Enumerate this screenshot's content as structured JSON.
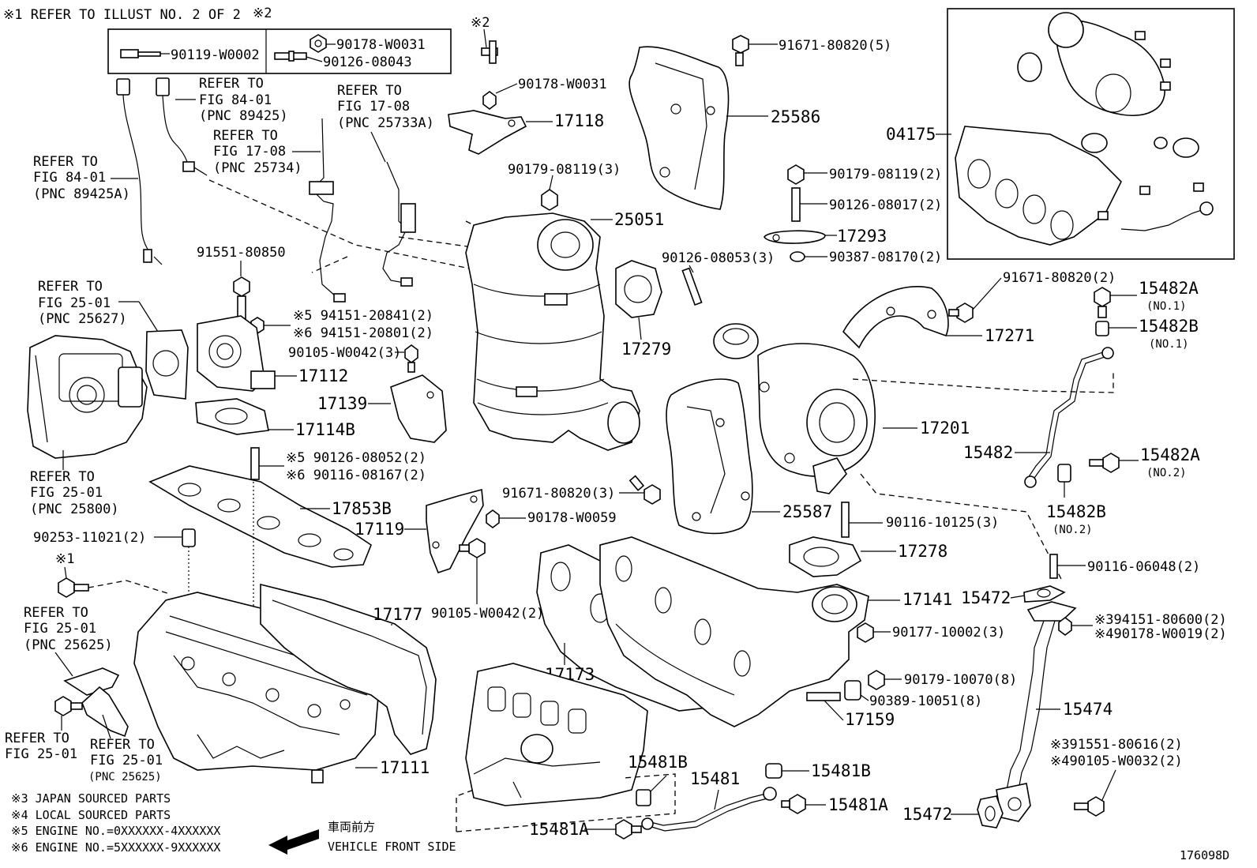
{
  "notes": {
    "header_1": "※1  REFER TO ILLUST NO. 2 OF 2",
    "header_2": "※2",
    "legend_3": "※3  JAPAN SOURCED PARTS",
    "legend_4": "※4  LOCAL SOURCED PARTS",
    "legend_5": "※5 ENGINE NO.=0XXXXXX-4XXXXXX",
    "legend_6": "※6 ENGINE NO.=5XXXXXX-9XXXXXX",
    "direction_jp": "車両前方",
    "direction_en": "VEHICLE FRONT SIDE",
    "illustration_id": "176098D"
  },
  "bolt_box": {
    "p1": "90119-W0002",
    "p2": "90178-W0031",
    "p3": "90126-08043"
  },
  "refer": {
    "r1": [
      "REFER TO",
      "FIG 84-01",
      "(PNC 89425A)"
    ],
    "r2": [
      "REFER TO",
      "FIG 84-01",
      "(PNC 89425)"
    ],
    "r3": [
      "REFER TO",
      "FIG 17-08",
      "(PNC 25734)"
    ],
    "r4": [
      "REFER TO",
      "FIG 17-08",
      "(PNC 25733A)"
    ],
    "r5": [
      "REFER TO",
      "FIG 25-01",
      "(PNC 25627)"
    ],
    "r6": [
      "REFER TO",
      "FIG 25-01",
      "(PNC 25800)"
    ],
    "r7": [
      "REFER TO",
      "FIG 25-01",
      "(PNC 25625)"
    ],
    "r8": [
      "REFER TO",
      "FIG 25-01"
    ],
    "r9": [
      "REFER TO",
      "FIG 25-01",
      "(PNC 25625)"
    ]
  },
  "parts": {
    "p90178_W0031b": "90178-W0031",
    "p17118": "17118",
    "p91671_5": "91671-80820(5)",
    "p25586": "25586",
    "p04175": "04175",
    "p90179_3": "90179-08119(3)",
    "p25051": "25051",
    "p90179_2": "90179-08119(2)",
    "p90126_17": "90126-08017(2)",
    "p17293": "17293",
    "p90387": "90387-08170(2)",
    "p91551_850": "91551-80850",
    "p90126_53": "90126-08053(3)",
    "p91671_2": "91671-80820(2)",
    "p15482A_1": "15482A",
    "p15482A_1n": "(NO.1)",
    "p15482B_1": "15482B",
    "p15482B_1n": "(NO.1)",
    "p94151_841": "※5 94151-20841(2)",
    "p94151_801": "※6 94151-20801(2)",
    "p90105_3": "90105-W0042(3)",
    "p17279": "17279",
    "p17271": "17271",
    "p17112": "17112",
    "p17139": "17139",
    "p17114B": "17114B",
    "p17201": "17201",
    "p15482": "15482",
    "p15482A_2": "15482A",
    "p15482A_2n": "(NO.2)",
    "p15482B_2": "15482B",
    "p15482B_2n": "(NO.2)",
    "p90126_52": "※5 90126-08052(2)",
    "p90116_167": "※6 90116-08167(2)",
    "p91671_3": "91671-80820(3)",
    "p17853B": "17853B",
    "p25587": "25587",
    "p90178_W0059": "90178-W0059",
    "p17119": "17119",
    "p90116_125": "90116-10125(3)",
    "p90253": "90253-11021(2)",
    "p17278": "17278",
    "p90116_048": "90116-06048(2)",
    "mark1": "※1",
    "p90105_2": "90105-W0042(2)",
    "p17177": "17177",
    "p15472_top": "15472",
    "p17141": "17141",
    "p94151_600": "※394151-80600(2)",
    "p90178_W0019": "※490178-W0019(2)",
    "p90177": "90177-10002(3)",
    "p17173": "17173",
    "p90179_70": "90179-10070(8)",
    "p90389": "90389-10051(8)",
    "p15474": "15474",
    "p17159": "17159",
    "p91551_616": "※391551-80616(2)",
    "p90105_W0032": "※490105-W0032(2)",
    "p15481B_a": "15481B",
    "p15481": "15481",
    "p15481B_b": "15481B",
    "p17111": "17111",
    "p15481A_a": "15481A",
    "p15472_bot": "15472",
    "p15481A_b": "15481A"
  }
}
